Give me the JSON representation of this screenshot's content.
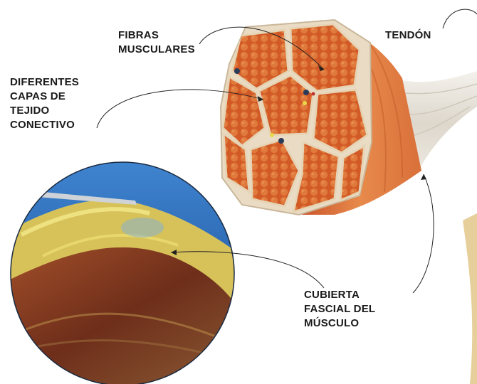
{
  "labels": {
    "fibras": [
      "FIBRAS",
      "MUSCULARES"
    ],
    "tendon": [
      "TENDÓN"
    ],
    "capas": [
      "DIFERENTES",
      "CAPAS DE",
      "TEJIDO",
      "CONECTIVO"
    ],
    "cubierta": [
      "CUBIERTA",
      "FASCIAL DEL",
      "MÚSCULO"
    ]
  },
  "colors": {
    "muscle_fascicle": "#d8622a",
    "muscle_body": "#e0763a",
    "connective_tissue": "#eadcc4",
    "tendon": "#e8e4dc",
    "photo_blue": "#2f6fb8",
    "photo_fascia_yellow": "#e8d84a",
    "photo_muscle": "#7a3a20",
    "leader_line": "#222222",
    "text": "#1a1a1a"
  }
}
